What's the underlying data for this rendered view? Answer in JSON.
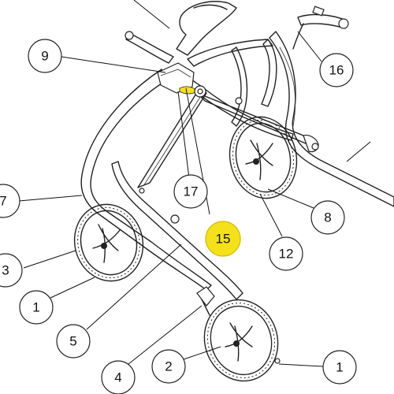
{
  "diagram": {
    "callouts": [
      {
        "id": "c9",
        "label": "9",
        "highlight": false
      },
      {
        "id": "c16",
        "label": "16",
        "highlight": false
      },
      {
        "id": "c17",
        "label": "17",
        "highlight": false
      },
      {
        "id": "c15",
        "label": "15",
        "highlight": true
      },
      {
        "id": "c7",
        "label": "7",
        "highlight": false
      },
      {
        "id": "c8",
        "label": "8",
        "highlight": false
      },
      {
        "id": "c12",
        "label": "12",
        "highlight": false
      },
      {
        "id": "c3",
        "label": "3",
        "highlight": false
      },
      {
        "id": "c1a",
        "label": "1",
        "highlight": false
      },
      {
        "id": "c5",
        "label": "5",
        "highlight": false
      },
      {
        "id": "c2",
        "label": "2",
        "highlight": false
      },
      {
        "id": "c1b",
        "label": "1",
        "highlight": false
      },
      {
        "id": "c4",
        "label": "4",
        "highlight": false
      }
    ],
    "colors": {
      "highlight": "#f5e11a",
      "line": "#222222",
      "background": "#ffffff"
    }
  }
}
